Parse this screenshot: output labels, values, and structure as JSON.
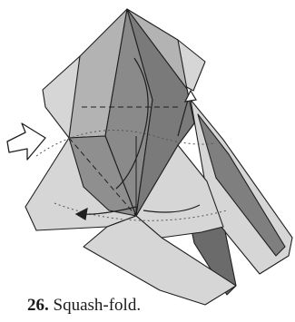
{
  "caption": {
    "step_number": "26.",
    "text": "Squash-fold."
  },
  "colors": {
    "background": "#ffffff",
    "paper_light": "#d6d6d6",
    "paper_mid": "#b3b3b3",
    "paper_dark": "#7f7f7f",
    "paper_darker": "#6b6b6b",
    "line": "#1f1f1f"
  },
  "icons": {
    "arrow": "squash-push-arrow",
    "fold": "fold-arrow"
  }
}
